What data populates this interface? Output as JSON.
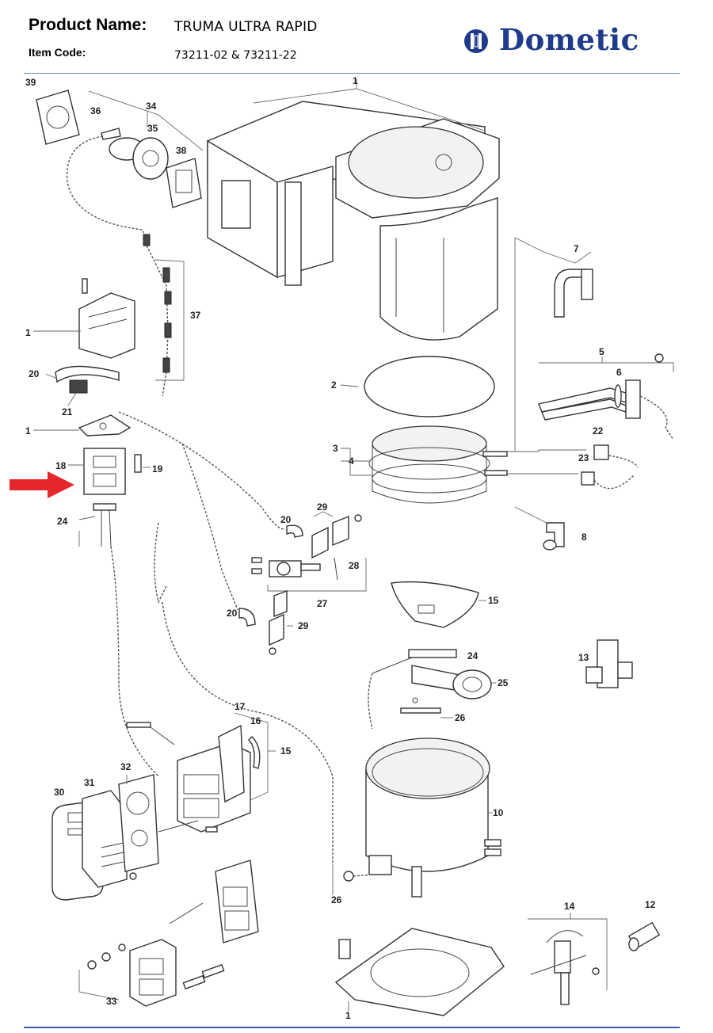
{
  "header": {
    "product_label": "Product Name:",
    "product_value": "TRUMA ULTRA RAPID",
    "item_label": "Item Code:",
    "item_value": "73211-02 & 73211-22"
  },
  "brand": {
    "name": "Dometic",
    "color": "#1f3b8c"
  },
  "highlight": {
    "arrow_color": "#e5262a",
    "points_to_part": "18"
  },
  "callouts": {
    "c1_top": "1",
    "c1_left_a": "1",
    "c1_left_b": "1",
    "c1_bottom": "1",
    "c2": "2",
    "c3": "3",
    "c4": "4",
    "c5": "5",
    "c6": "6",
    "c7": "7",
    "c8": "8",
    "c10": "10",
    "c12": "12",
    "c13": "13",
    "c14": "14",
    "c15_a": "15",
    "c15_b": "15",
    "c16": "16",
    "c17": "17",
    "c18": "18",
    "c19": "19",
    "c20_a": "20",
    "c20_b": "20",
    "c20_c": "20",
    "c21": "21",
    "c22": "22",
    "c23": "23",
    "c24_a": "24",
    "c24_b": "24",
    "c25": "25",
    "c26_a": "26",
    "c26_b": "26",
    "c27": "27",
    "c28": "28",
    "c29_a": "29",
    "c29_b": "29",
    "c30": "30",
    "c31": "31",
    "c32": "32",
    "c33": "33",
    "c34": "34",
    "c35": "35",
    "c36": "36",
    "c37": "37",
    "c38": "38",
    "c39": "39"
  }
}
